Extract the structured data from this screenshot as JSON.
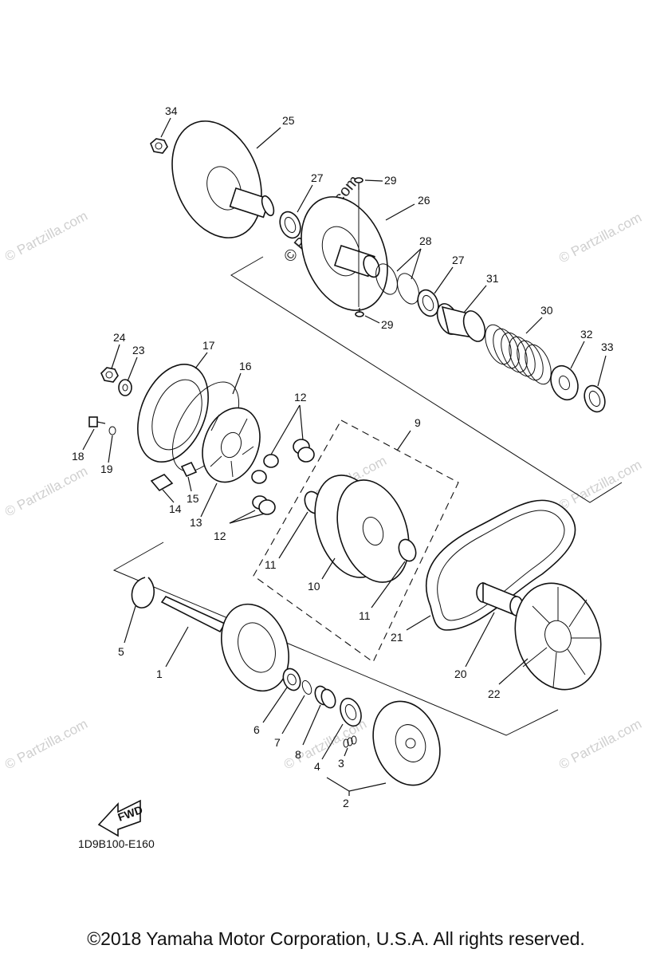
{
  "diagram_code": "1D9B100-E160",
  "copyright": "©2018 Yamaha Motor Corporation, U.S.A. All rights reserved.",
  "watermark": "© Partzilla.com",
  "fwd_label": "FWD",
  "callouts": {
    "c34": "34",
    "c25": "25",
    "c27a": "27",
    "c29a": "29",
    "c26": "26",
    "c28": "28",
    "c27b": "27",
    "c31": "31",
    "c29b": "29",
    "c30": "30",
    "c32": "32",
    "c33": "33",
    "c24": "24",
    "c23": "23",
    "c17": "17",
    "c16": "16",
    "c12a": "12",
    "c9": "9",
    "c18": "18",
    "c19": "19",
    "c15": "15",
    "c14": "14",
    "c13": "13",
    "c12b": "12",
    "c11a": "11",
    "c10": "10",
    "c11b": "11",
    "c21": "21",
    "c5": "5",
    "c1": "1",
    "c20": "20",
    "c22": "22",
    "c6": "6",
    "c7": "7",
    "c8": "8",
    "c4": "4",
    "c3": "3",
    "c2": "2"
  }
}
